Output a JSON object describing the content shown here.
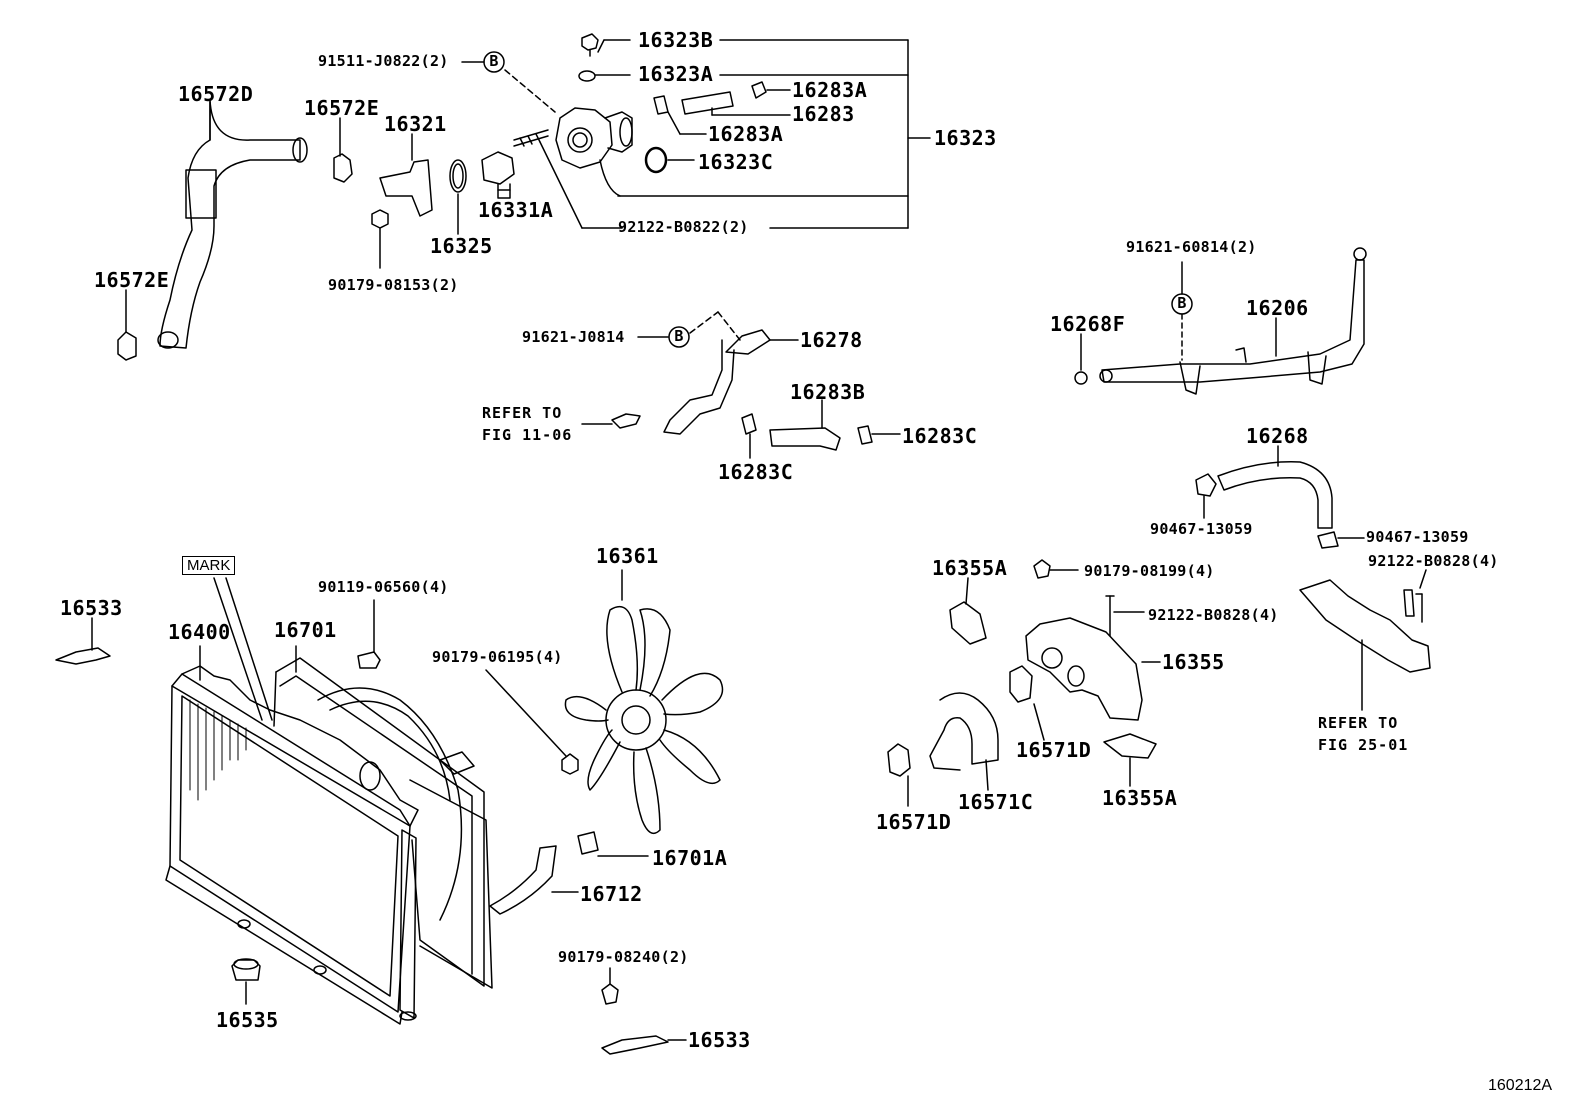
{
  "diagram": {
    "figure_id": "160212A",
    "mark_label": "MARK",
    "callout_letter": "B",
    "labels": {
      "p16323B": "16323B",
      "p16323A": "16323A",
      "p91511": "91511-J0822(2)",
      "p16283A_a": "16283A",
      "p16283": "16283",
      "p16283A_b": "16283A",
      "p16323": "16323",
      "p16323C": "16323C",
      "p16572D": "16572D",
      "p16572E_a": "16572E",
      "p16321": "16321",
      "p16331A": "16331A",
      "p16325": "16325",
      "p92122B0822": "92122-B0822(2)",
      "p90179_08153": "90179-08153(2)",
      "p16572E_b": "16572E",
      "p91621_60814": "91621-60814(2)",
      "p16206": "16206",
      "p16268F": "16268F",
      "p91621_J0814": "91621-J0814",
      "p16278": "16278",
      "p16283B": "16283B",
      "p16283C_a": "16283C",
      "p16283C_b": "16283C",
      "ref1_line1": "REFER TO",
      "ref1_line2": "FIG 11-06",
      "p16268": "16268",
      "p90467_a": "90467-13059",
      "p90467_b": "90467-13059",
      "p92122B0828_a": "92122-B0828(4)",
      "p16361": "16361",
      "p16355A_a": "16355A",
      "p90179_08199": "90179-08199(4)",
      "p92122B0828_b": "92122-B0828(4)",
      "p16355": "16355",
      "p16533_a": "16533",
      "p16400": "16400",
      "p16701": "16701",
      "p90119_06560": "90119-06560(4)",
      "p90179_06195": "90179-06195(4)",
      "p16571D_a": "16571D",
      "p16571C": "16571C",
      "p16571D_b": "16571D",
      "p16355A_b": "16355A",
      "ref2_line1": "REFER TO",
      "ref2_line2": "FIG 25-01",
      "p16701A": "16701A",
      "p16712": "16712",
      "p90179_08240": "90179-08240(2)",
      "p16535": "16535",
      "p16533_b": "16533"
    }
  }
}
